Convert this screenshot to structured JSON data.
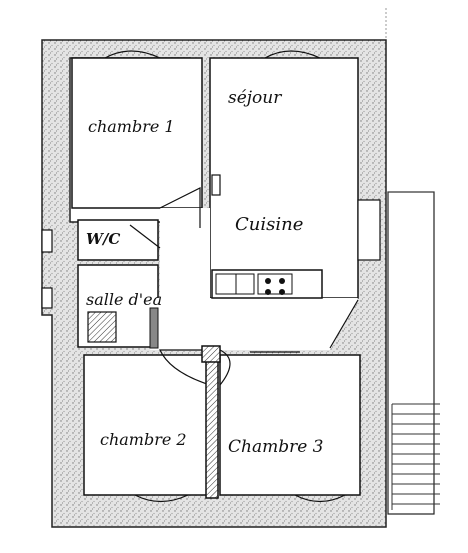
{
  "rooms": {
    "chambre1": "chambre 1",
    "sejour": "séjour",
    "cuisine": "Cuisine",
    "wc": "W/C",
    "salle_eau": "salle d'ea",
    "chambre2": "chambre 2",
    "chambre3": "Chambre 3"
  },
  "colors": {
    "wall_fill": "#d4d4d4",
    "ink": "#111111"
  }
}
